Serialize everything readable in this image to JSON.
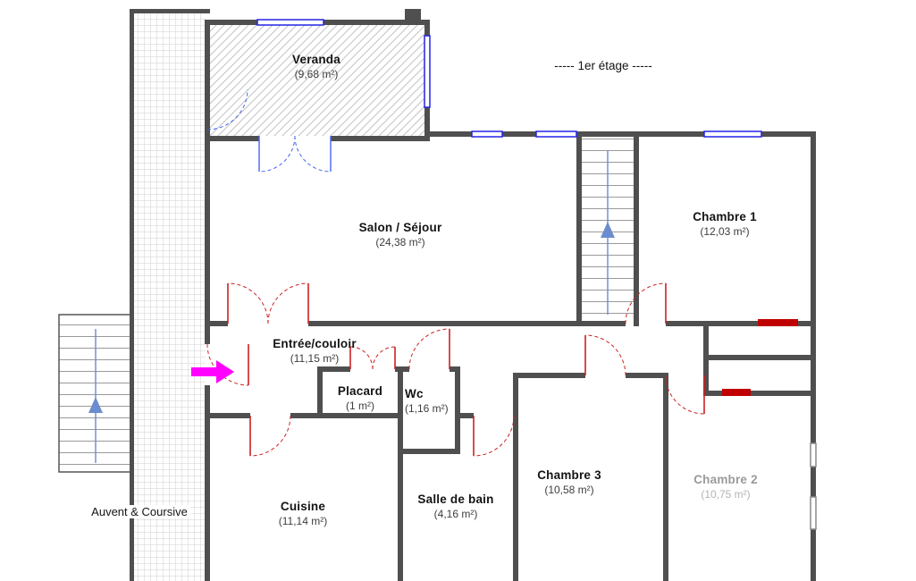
{
  "title": "-----  1er étage  -----",
  "rooms": {
    "veranda": {
      "name": "Veranda",
      "area": "(9,68 m²)"
    },
    "salon": {
      "name": "Salon / Séjour",
      "area": "(24,38 m²)"
    },
    "chambre1": {
      "name": "Chambre 1",
      "area": "(12,03 m²)"
    },
    "entree": {
      "name": "Entrée/couloir",
      "area": "(11,15 m²)"
    },
    "placard": {
      "name": "Placard",
      "area": "(1 m²)"
    },
    "wc": {
      "name": "Wc",
      "area": "(1,16 m²)"
    },
    "cuisine": {
      "name": "Cuisine",
      "area": "(11,14 m²)"
    },
    "salle_de_bain": {
      "name": "Salle de bain",
      "area": "(4,16 m²)"
    },
    "chambre3": {
      "name": "Chambre 3",
      "area": "(10,58 m²)"
    },
    "chambre2": {
      "name": "Chambre 2",
      "area": "(10,75 m²)"
    },
    "auvent": {
      "name": "Auvent & Coursive"
    }
  },
  "legend": {
    "colors": {
      "wall": "#4f4f4f",
      "window_blue": "#2323e6",
      "door_red": "#cc2222",
      "veranda_door_blue": "#4466ee",
      "stair_arrow_blue": "#6b8cce",
      "entrance_arrow_magenta": "#ff00ff",
      "red_wall_mark": "#c00000"
    }
  }
}
